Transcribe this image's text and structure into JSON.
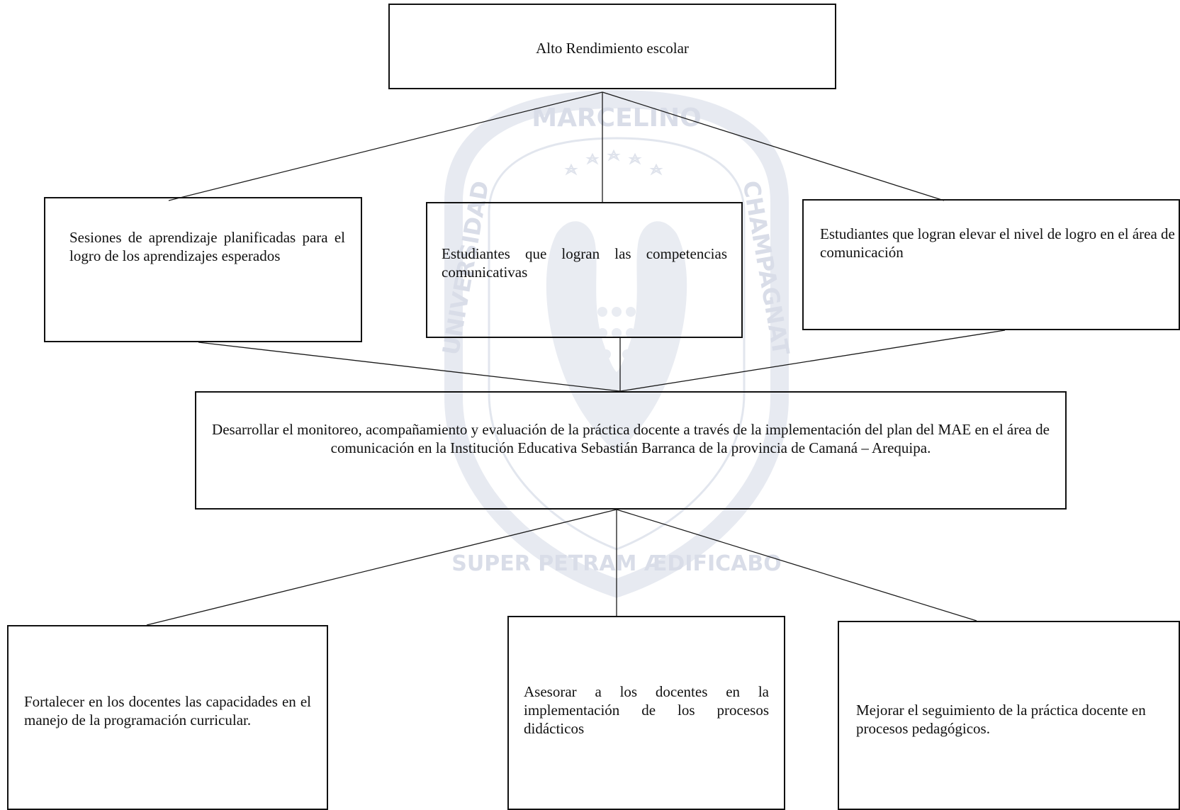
{
  "nodes": {
    "top": "Alto Rendimiento escolar",
    "left_1": "Sesiones de aprendizaje planificadas para el logro de los aprendizajes esperados",
    "left_2": "Estudiantes que logran las competencias comunicativas",
    "left_3": "Estudiantes que logran elevar el nivel de logro en el área de comunicación",
    "center": "Desarrollar el monitoreo, acompañamiento y evaluación de la práctica docente  a través de la implementación del plan del MAE en el  área de comunicación en  la  Institución Educativa  Sebastián Barranca de la provincia de Camaná – Arequipa.",
    "bottom_1": "Fortalecer en los docentes las capacidades en el manejo de la programación curricular.",
    "bottom_2": "Asesorar a los docentes en la implementación de los procesos didácticos",
    "bottom_3": " Mejorar el seguimiento de la práctica docente en procesos pedagógicos."
  },
  "watermark": {
    "text_top": "MARCELINO",
    "text_left": "UNIVERSIDAD",
    "text_right": "CHAMPAGNAT",
    "text_bottom": "SUPER PETRAM ÆDIFICABO",
    "color": "#d5dae6"
  },
  "colors": {
    "line": "#1a1a1a",
    "border": "#111111",
    "text": "#111111"
  }
}
